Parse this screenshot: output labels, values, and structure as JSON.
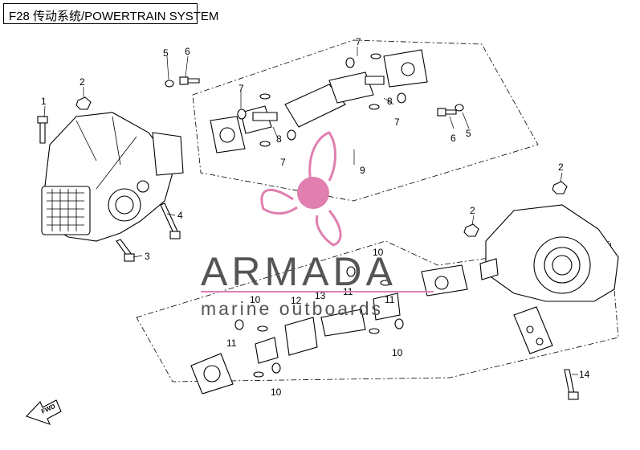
{
  "title": "F28 传动系统/POWERTRAIN SYSTEM",
  "watermark": {
    "brand": "ARMADA",
    "tagline": "marine outboards",
    "accent_color": "#e07fb0",
    "text_color": "#555555"
  },
  "fwd_label": "FWD",
  "callouts": [
    "1",
    "2",
    "2",
    "2",
    "3",
    "4",
    "5",
    "5",
    "6",
    "6",
    "7",
    "7",
    "7",
    "7",
    "8",
    "8",
    "9",
    "10",
    "10",
    "10",
    "10",
    "11",
    "11",
    "11",
    "12",
    "13",
    "14"
  ]
}
